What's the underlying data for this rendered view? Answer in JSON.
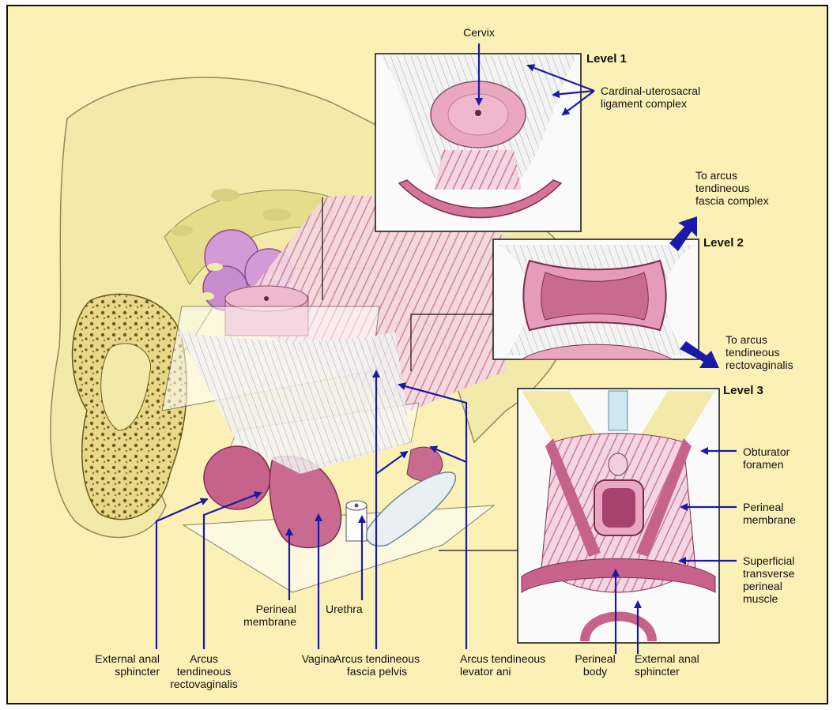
{
  "labels": {
    "cervix": "Cervix",
    "level1": "Level 1",
    "cardinal": "Cardinal-uterosacral\nligament complex",
    "to_arcus_fascia": "To arcus\ntendineous\nfascia complex",
    "level2": "Level 2",
    "to_arcus_recto": "To arcus\ntendineous\nrectovaginalis",
    "level3": "Level 3",
    "obturator": "Obturator\nforamen",
    "perineal_membrane_r": "Perineal\nmembrane",
    "superficial": "Superficial\ntransverse\nperineal\nmuscle",
    "perineal_membrane_l": "Perineal\nmembrane",
    "urethra": "Urethra",
    "ext_anal_l": "External anal\nsphincter",
    "arcus_rectovag": "Arcus\ntendineous\nrectovaginalis",
    "vagina": "Vagina",
    "arcus_fascia_pelvis": "Arcus tendineous\nfascia pelvis",
    "arcus_levator": "Arcus tendineous\nlevator ani",
    "perineal_body": "Perineal\nbody",
    "ext_anal_r": "External anal\nsphincter"
  },
  "colors": {
    "background": "#fbf1b6",
    "bone": "#f3e9a8",
    "muscle": "#d98aa8",
    "pointer": "#1a1aa6"
  }
}
